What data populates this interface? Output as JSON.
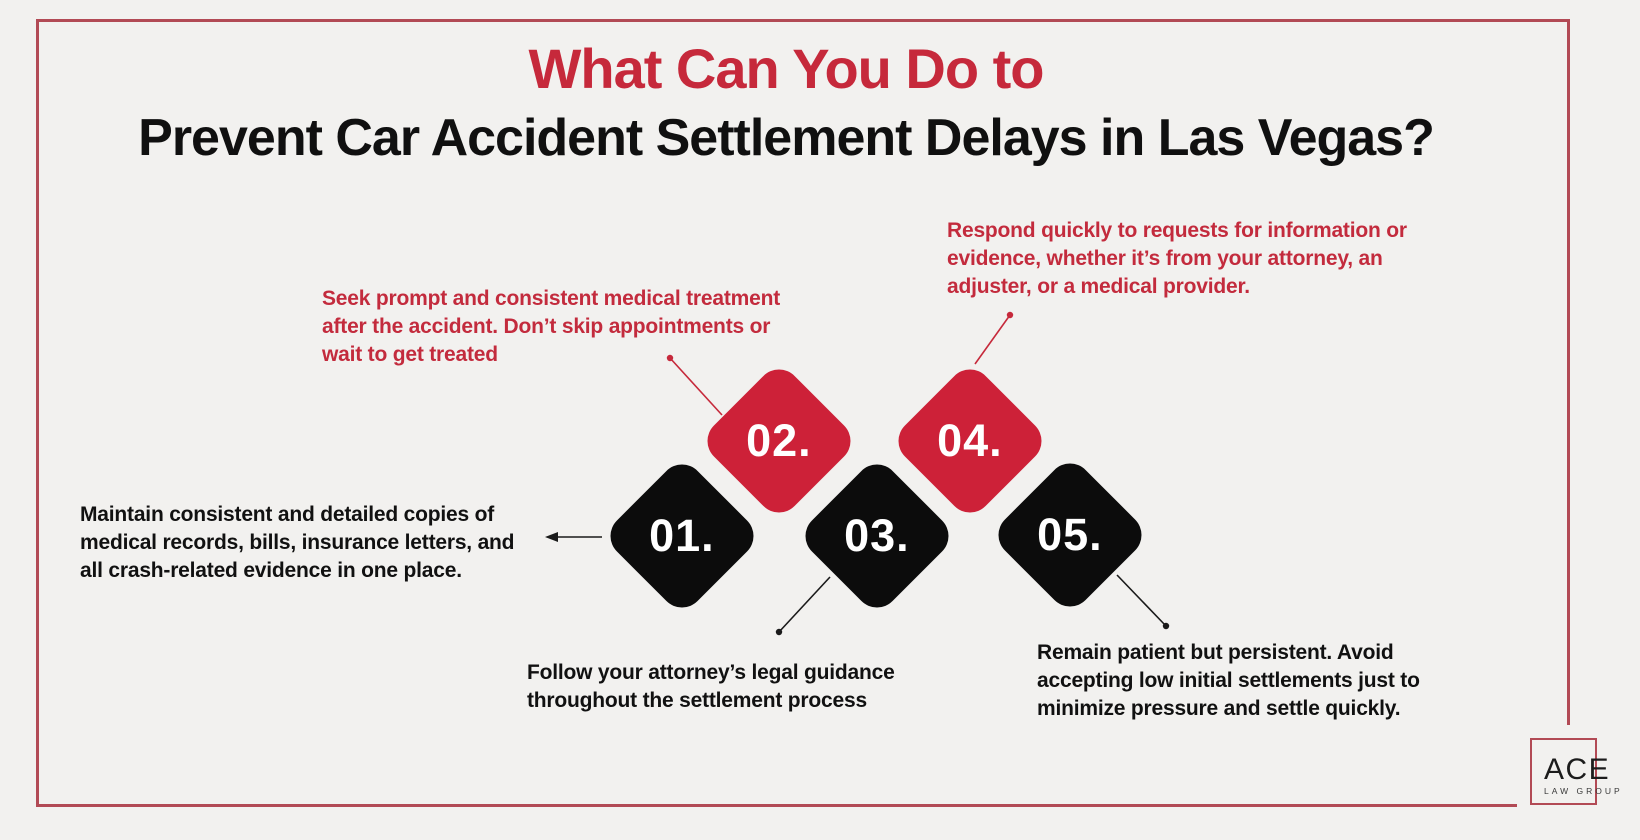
{
  "page": {
    "background_color": "#f2f1ef",
    "frame_color": "#b24a55",
    "accent_red_text": "#c6293b",
    "diamond_red": "#cd2138",
    "diamond_black": "#0c0c0c"
  },
  "header": {
    "title_line_1": "What Can You Do to",
    "title_line_2": "Prevent Car Accident Settlement Delays in Las Vegas?"
  },
  "steps": [
    {
      "label": "01.",
      "variant": "black",
      "text": "Maintain consistent and detailed copies of\nmedical records, bills, insurance letters, and\nall crash-related evidence in one place."
    },
    {
      "label": "02.",
      "variant": "red",
      "text": "Seek prompt and consistent medical treatment\nafter the accident. Don’t skip appointments or\nwait to get treated"
    },
    {
      "label": "03.",
      "variant": "black",
      "text": "Follow your attorney’s legal guidance\nthroughout the settlement process"
    },
    {
      "label": "04.",
      "variant": "red",
      "text": "Respond quickly to requests for information or\nevidence, whether it’s from your attorney, an\nadjuster, or a medical provider."
    },
    {
      "label": "05.",
      "variant": "black",
      "text": "Remain patient but persistent. Avoid\naccepting low initial settlements just to\nminimize pressure and settle quickly."
    }
  ],
  "logo": {
    "title": "ACE",
    "subtitle": "LAW GROUP"
  }
}
